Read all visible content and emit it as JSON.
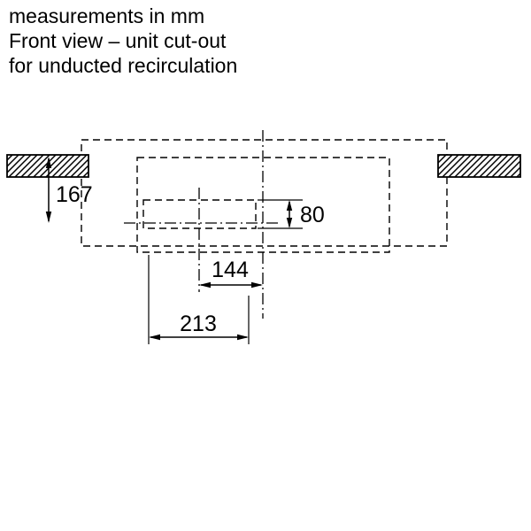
{
  "title": {
    "line1": "measurements in mm",
    "line2": "Front view – unit cut-out",
    "line3": "for unducted recirculation"
  },
  "diagram": {
    "labels": {
      "worktop_to_centerline": "167",
      "cutout_height": "80",
      "center_offset": "144",
      "cutout_width": "213"
    },
    "colors": {
      "line": "#000000",
      "cutout_fill": "#ebebeb",
      "background": "#ffffff"
    }
  }
}
